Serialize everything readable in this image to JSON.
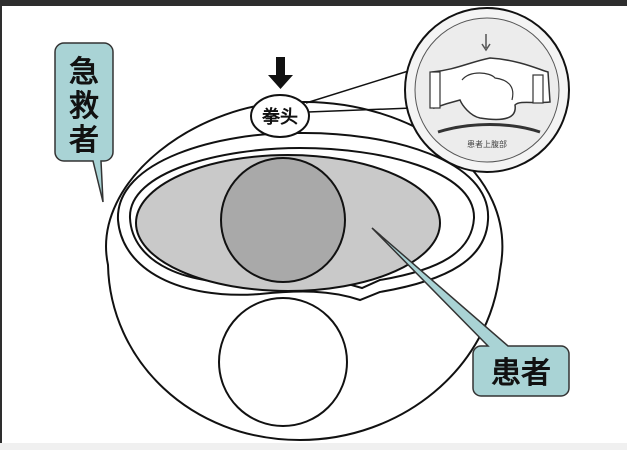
{
  "labels": {
    "rescuer": [
      "急",
      "救",
      "者"
    ],
    "fist": "拳头",
    "patient": "患者",
    "inset_caption": "患者上腹部"
  },
  "colors": {
    "callout_fill": "#a9d3d5",
    "patient_body": "#c9c9c9",
    "patient_head": "#a9a9a9",
    "frame": "#2e2e2e"
  },
  "icons": {
    "press_arrow": "down-arrow",
    "inset_arrow": "down-arrow"
  }
}
